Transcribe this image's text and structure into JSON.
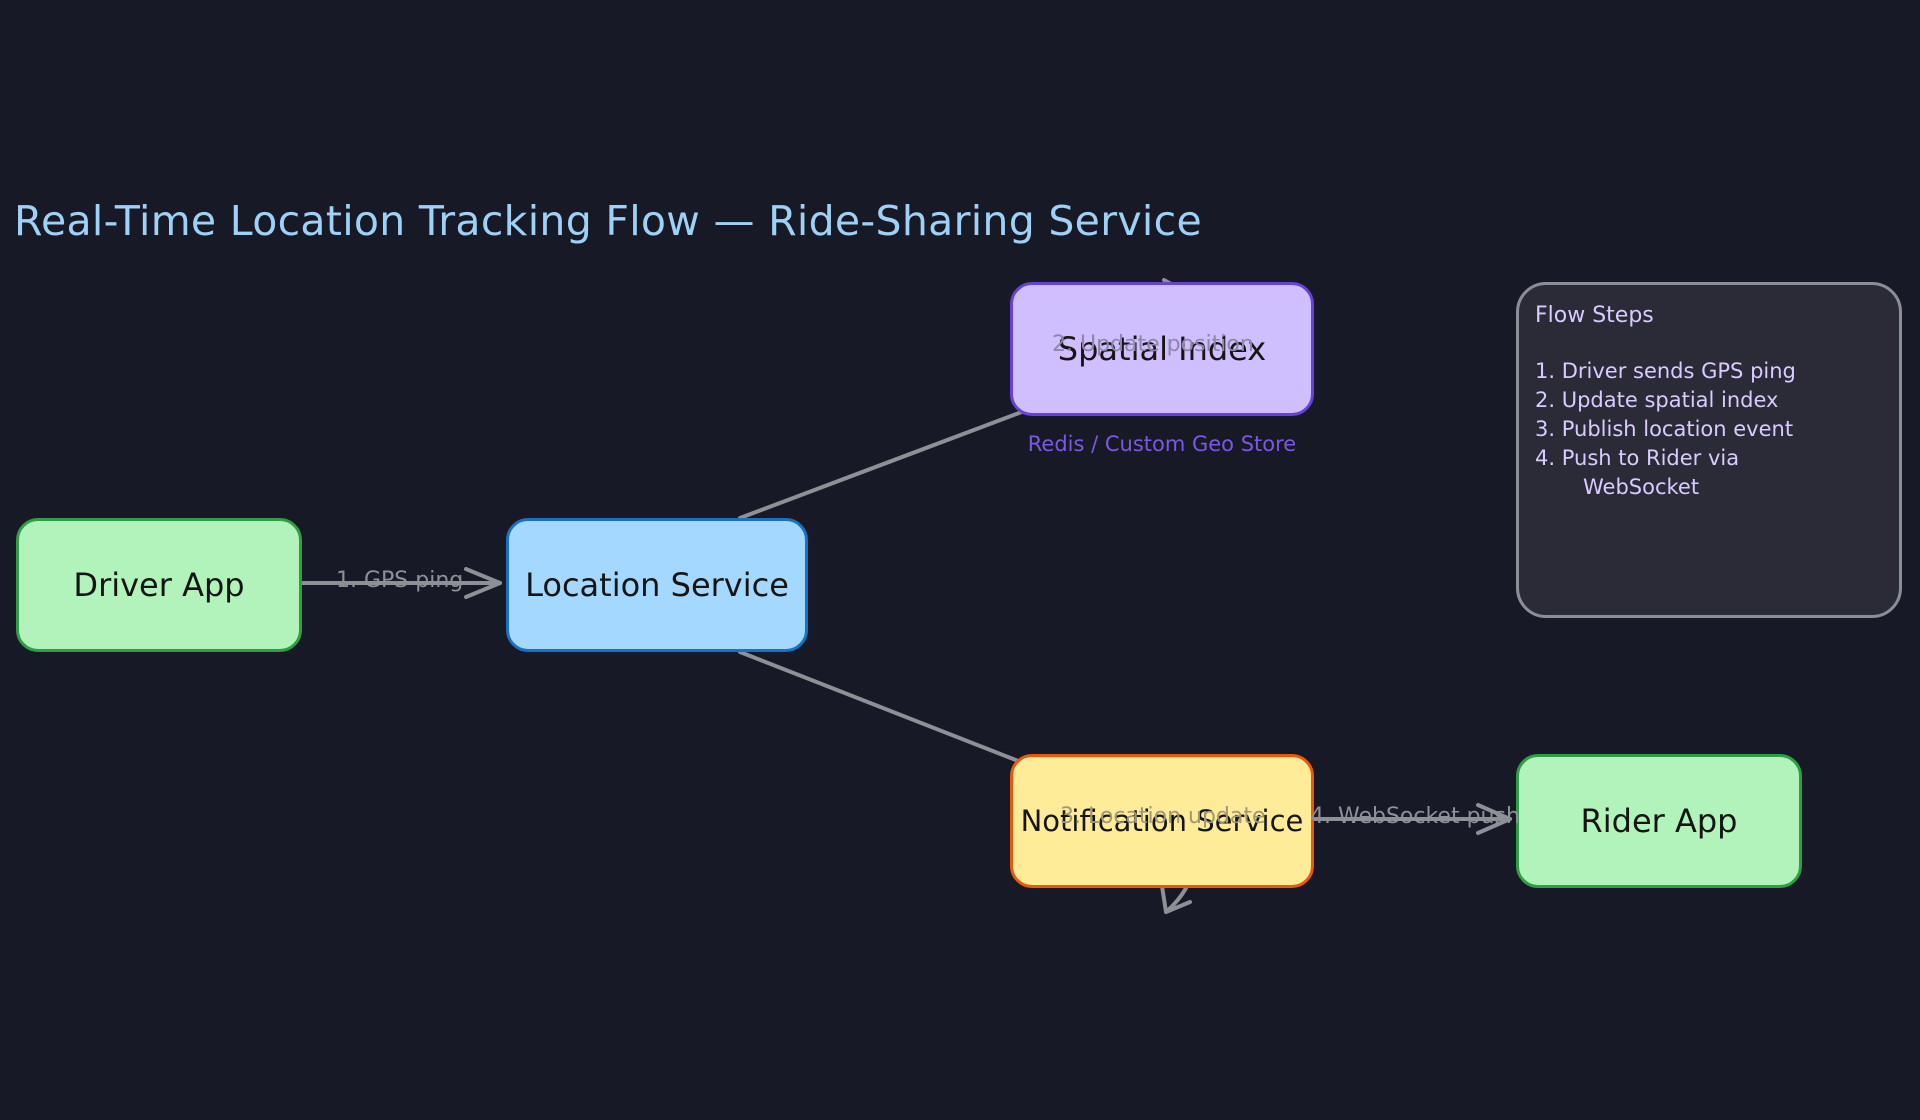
{
  "diagram": {
    "title": "Real-Time Location Tracking Flow — Ride-Sharing Service",
    "nodes": {
      "driver_app": "Driver App",
      "location_service": "Location Service",
      "spatial_index": "Spatial Index",
      "spatial_index_sublabel": "Redis / Custom Geo Store",
      "notification_service": "Notification Service",
      "rider_app": "Rider App"
    },
    "edges": {
      "gps_ping": "1. GPS ping",
      "update_position": "2. Update position",
      "location_update": "3. Location update",
      "websocket_push": "4. WebSocket push"
    },
    "flow_steps": {
      "title": "Flow Steps",
      "items": [
        "1. Driver sends GPS ping",
        "2. Update spatial index",
        "3. Publish location event",
        "4. Push to Rider via",
        "WebSocket"
      ]
    },
    "colors": {
      "background": "#171a26",
      "title": "#9fd0f5",
      "driver_rider_fill": "#b2f2bb",
      "location_fill": "#a5d8ff",
      "spatial_fill": "#d0bfff",
      "notification_fill": "#ffec99",
      "steps_fill": "#2b2b38",
      "arrow": "#8d9096"
    }
  }
}
